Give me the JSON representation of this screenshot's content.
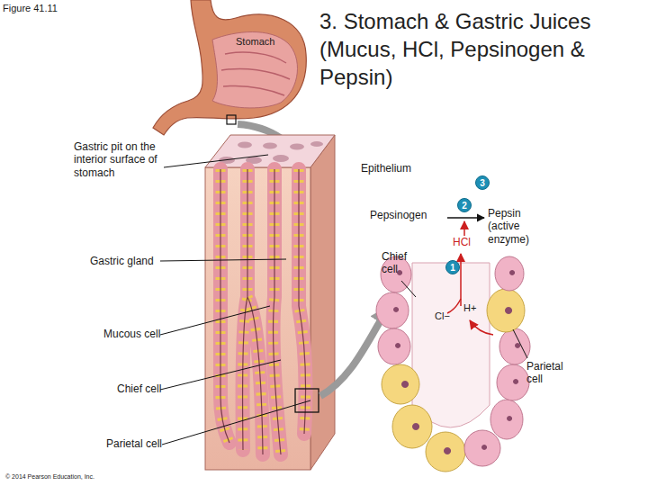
{
  "diagram": {
    "title": "3. Stomach & Gastric Juices (Mucus, HCl, Pepsinogen & Pepsin)",
    "nodes": [
      {
        "text": [
          "3"
        ]
      },
      {
        "text": [
          "2"
        ]
      },
      {
        "text": [
          "1"
        ]
      }
    ],
    "labels": [
      "Figure 41.11",
      "Stomach",
      "Gastric pit on the interior surface of stomach",
      "Gastric gland",
      "Mucous cell",
      "Chief cell",
      "Parietal cell",
      "© 2014 Pearson Education, Inc.",
      "Epithelium",
      "Pepsinogen",
      "HCl",
      "Pepsin (active enzyme)",
      "Chief cell",
      "Cl−",
      "H+",
      "Parietal cell"
    ]
  }
}
